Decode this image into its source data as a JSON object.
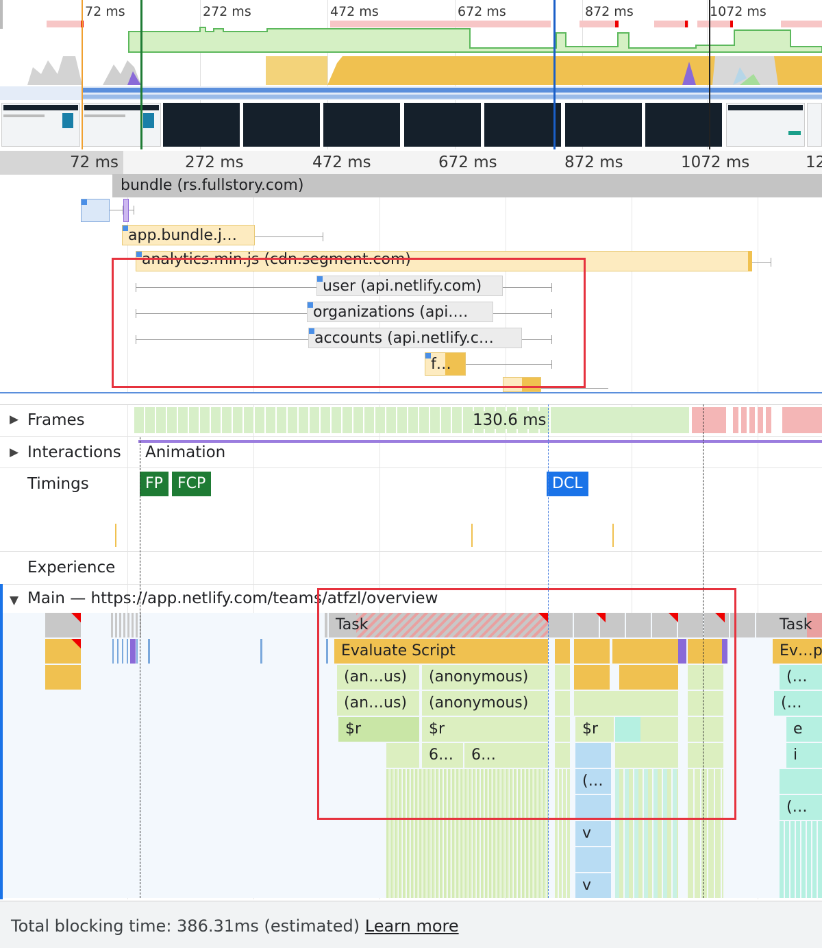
{
  "overview": {
    "tick_labels": [
      "72 ms",
      "272 ms",
      "472 ms",
      "672 ms",
      "872 ms",
      "1072 ms"
    ]
  },
  "ruler": {
    "tick_labels": [
      "72 ms",
      "272 ms",
      "472 ms",
      "672 ms",
      "872 ms",
      "1072 ms",
      "12"
    ]
  },
  "network": {
    "requests": [
      {
        "label": "bundle (rs.fullstory.com)"
      },
      {
        "label": "app.bundle.j…"
      },
      {
        "label": "analytics.min.js (cdn.segment.com)"
      },
      {
        "label": "user (api.netlify.com)"
      },
      {
        "label": "organizations (api.…"
      },
      {
        "label": "accounts (api.netlify.c…"
      },
      {
        "label": "f…"
      }
    ]
  },
  "tracks": {
    "frames_label": "Frames",
    "frames_value": "130.6 ms",
    "interactions_label": "Interactions",
    "interactions_value": "Animation",
    "timings_label": "Timings",
    "experience_label": "Experience",
    "main_label": "Main — https://app.netlify.com/teams/atfzl/overview"
  },
  "markers": {
    "fp": "FP",
    "fcp": "FCP",
    "dcl": "DCL",
    "fp_color": "#1e7b34",
    "fcp_color": "#1e7b34",
    "dcl_color": "#1a73e8"
  },
  "flame": {
    "task": "Task",
    "evaluate_script": "Evaluate Script",
    "row3_a": "(an…us)",
    "row3_b": "(anonymous)",
    "row4_a": "(an…us)",
    "row4_b": "(anonymous)",
    "row5_a": "$r",
    "row5_b": "$r",
    "row5_c": "$r",
    "row6_a": "6…",
    "row6_b": "6…",
    "row7": "(…",
    "row8": "v",
    "row9": "v",
    "right_task": "Task",
    "right_ev": "Ev…p",
    "right_r3": "(…",
    "right_r4": "(…",
    "right_r5": "e",
    "right_r6": "i",
    "right_r7": "(…"
  },
  "footer": {
    "summary": "Total blocking time: 386.31ms (estimated)",
    "learn_more": "Learn more"
  }
}
